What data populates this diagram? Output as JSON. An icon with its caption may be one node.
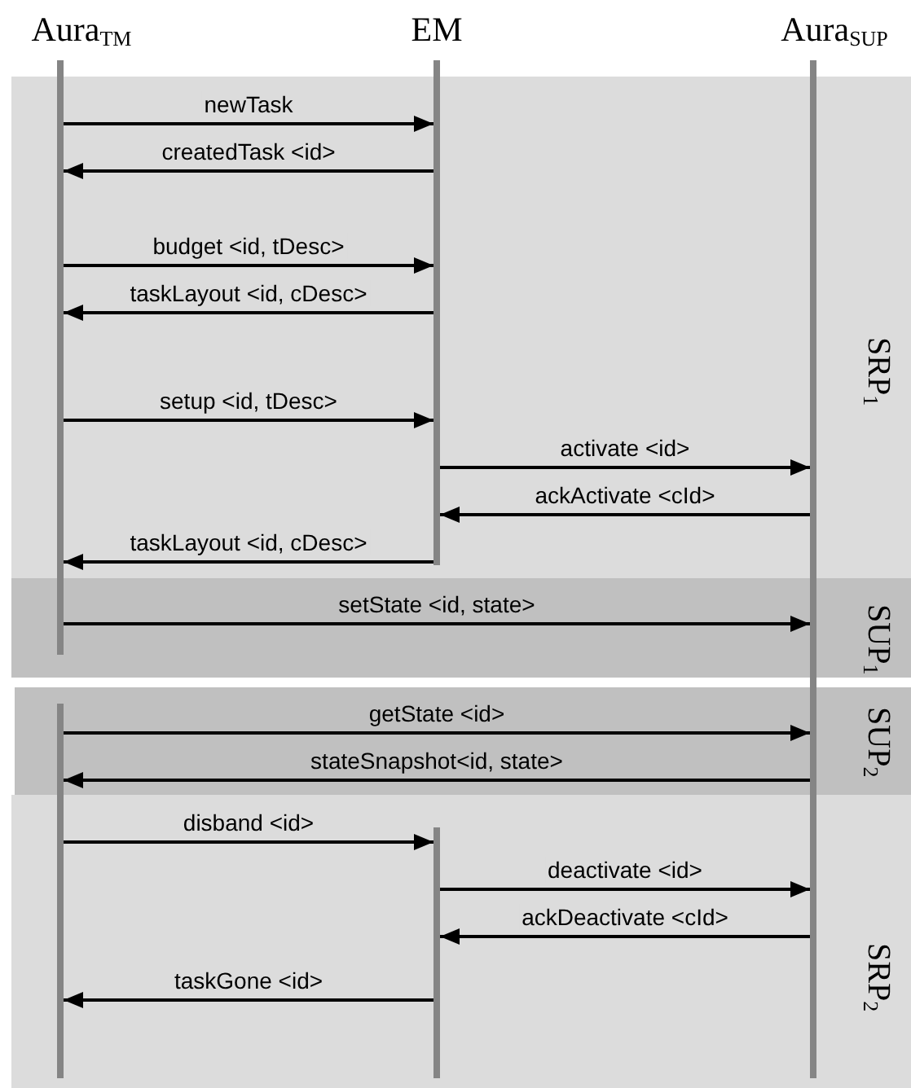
{
  "diagram": {
    "nodes": [
      {
        "text": [],
        "shape": "bar"
      },
      {
        "text": [],
        "shape": "bar"
      },
      {
        "text": [],
        "shape": "bar"
      },
      {
        "text": [],
        "shape": "bar"
      },
      {
        "text": [],
        "shape": "bar"
      }
    ],
    "edges": [
      {
        "from": 0,
        "to": 2,
        "arrow": "to",
        "label": "newTask"
      },
      {
        "from": 2,
        "to": 0,
        "arrow": "to",
        "label": "createdTask <id>"
      },
      {
        "from": 0,
        "to": 2,
        "arrow": "to",
        "label": "budget <id, tDesc>"
      },
      {
        "from": 2,
        "to": 0,
        "arrow": "to",
        "label": "taskLayout <id, cDesc>"
      },
      {
        "from": 0,
        "to": 2,
        "arrow": "to",
        "label": "setup <id, tDesc>"
      },
      {
        "from": 2,
        "to": 4,
        "arrow": "to",
        "label": "activate <id>"
      },
      {
        "from": 4,
        "to": 2,
        "arrow": "to",
        "label": "ackActivate <cId>"
      },
      {
        "from": 2,
        "to": 0,
        "arrow": "to",
        "label": "taskLayout <id, cDesc>"
      },
      {
        "from": 0,
        "to": 4,
        "arrow": "to",
        "label": "setState <id, state>"
      },
      {
        "from": 1,
        "to": 4,
        "arrow": "to",
        "label": "getState <id>"
      },
      {
        "from": 4,
        "to": 1,
        "arrow": "to",
        "label": "stateSnapshot<id, state>"
      },
      {
        "from": 1,
        "to": 3,
        "arrow": "to",
        "label": "disband <id>"
      },
      {
        "from": 3,
        "to": 4,
        "arrow": "to",
        "label": "deactivate <id>"
      },
      {
        "from": 4,
        "to": 3,
        "arrow": "to",
        "label": "ackDeactivate <cId>"
      },
      {
        "from": 3,
        "to": 1,
        "arrow": "to",
        "label": "taskGone <id>"
      }
    ],
    "labels": [
      "Aura$_{TM}$",
      "EM",
      "Aura$_{SUP}$",
      "SRP$_{1}$",
      "SUP$_{1}$",
      "SUP$_{2}$",
      "SRP$_{2}$"
    ]
  }
}
